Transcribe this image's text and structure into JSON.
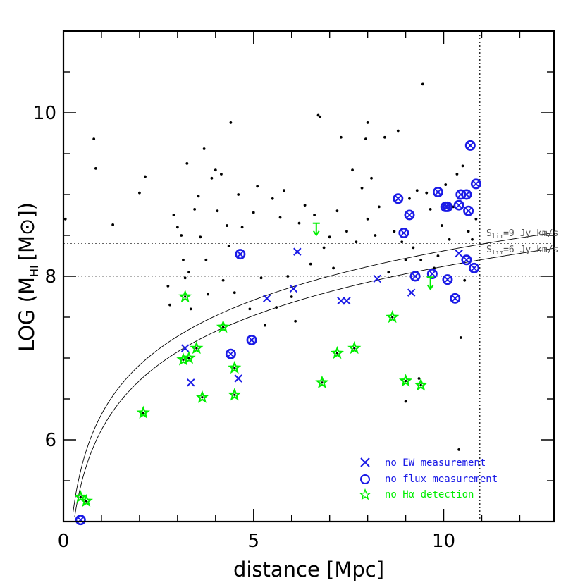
{
  "colors": {
    "points": "#000000",
    "no_ew": "#1a1ae6",
    "no_flux": "#1a1ae6",
    "no_halpha": "#00ee00",
    "reference": "#555555"
  },
  "chart_data": {
    "type": "scatter",
    "xlabel": "distance [Mpc]",
    "ylabel": "LOG (M",
    "ylabel_sub": "HI",
    "ylabel_bracket": "[M",
    "ylabel_sun": "⊙",
    "ylabel_close": "])",
    "xlim": [
      0,
      12.9
    ],
    "ylim": [
      5.0,
      11.0
    ],
    "x_major_ticks": [
      0,
      5,
      10
    ],
    "x_minor_ticks": [
      1,
      2,
      3,
      4,
      6,
      7,
      8,
      9,
      11,
      12
    ],
    "y_major_ticks": [
      6,
      8,
      10
    ],
    "y_minor_ticks": [
      5.5,
      6.5,
      7,
      7.5,
      8.5,
      9,
      9.5,
      10.5
    ],
    "grid": false,
    "legend_position": "bottom-right",
    "vertical_line_x": 10.95,
    "horizontal_lines": [
      8.0,
      8.4
    ],
    "limit_curves": [
      {
        "label_prefix": "S",
        "label_sub": "lim",
        "label_suffix": "=9 Jy km/s",
        "y_at_x": 8.39,
        "x_ref": 10.95
      },
      {
        "label_prefix": "S",
        "label_sub": "lim",
        "label_suffix": "=6 Jy km/s",
        "y_at_x": 8.2,
        "x_ref": 10.95
      }
    ],
    "legend": [
      {
        "symbol": "x",
        "label": "no EW measurement"
      },
      {
        "symbol": "o",
        "label": "no flux measurement"
      },
      {
        "symbol": "star",
        "label_prefix": "no H",
        "label_alpha": "α",
        "label_suffix": " detection"
      }
    ],
    "series": [
      {
        "symbol": "dot",
        "points": [
          [
            0.05,
            8.7
          ],
          [
            0.8,
            9.68
          ],
          [
            0.85,
            9.32
          ],
          [
            1.3,
            8.63
          ],
          [
            2.0,
            9.02
          ],
          [
            2.15,
            9.22
          ],
          [
            2.75,
            7.88
          ],
          [
            2.8,
            7.65
          ],
          [
            2.9,
            8.75
          ],
          [
            3.0,
            8.6
          ],
          [
            3.1,
            8.5
          ],
          [
            3.15,
            8.2
          ],
          [
            3.2,
            7.98
          ],
          [
            3.25,
            9.38
          ],
          [
            3.3,
            8.05
          ],
          [
            3.35,
            7.6
          ],
          [
            3.45,
            8.82
          ],
          [
            3.55,
            8.98
          ],
          [
            3.6,
            8.48
          ],
          [
            3.7,
            9.56
          ],
          [
            3.75,
            8.2
          ],
          [
            3.8,
            7.78
          ],
          [
            3.9,
            9.2
          ],
          [
            4.0,
            9.3
          ],
          [
            4.05,
            8.8
          ],
          [
            4.15,
            9.25
          ],
          [
            4.2,
            7.95
          ],
          [
            4.3,
            8.62
          ],
          [
            4.35,
            8.37
          ],
          [
            4.4,
            9.88
          ],
          [
            4.5,
            7.8
          ],
          [
            4.6,
            9.0
          ],
          [
            4.7,
            8.6
          ],
          [
            4.9,
            7.6
          ],
          [
            5.0,
            8.78
          ],
          [
            5.1,
            9.1
          ],
          [
            5.2,
            7.98
          ],
          [
            5.3,
            7.4
          ],
          [
            5.5,
            8.95
          ],
          [
            5.6,
            7.62
          ],
          [
            5.7,
            8.72
          ],
          [
            5.8,
            9.05
          ],
          [
            5.9,
            8.0
          ],
          [
            6.0,
            7.75
          ],
          [
            6.1,
            7.45
          ],
          [
            6.2,
            8.65
          ],
          [
            6.35,
            8.87
          ],
          [
            6.5,
            8.15
          ],
          [
            6.6,
            8.75
          ],
          [
            6.75,
            9.95
          ],
          [
            6.85,
            8.35
          ],
          [
            7.0,
            8.48
          ],
          [
            7.1,
            8.1
          ],
          [
            7.2,
            8.8
          ],
          [
            7.3,
            9.7
          ],
          [
            7.45,
            8.55
          ],
          [
            7.6,
            9.3
          ],
          [
            7.7,
            8.42
          ],
          [
            7.85,
            9.08
          ],
          [
            7.95,
            9.68
          ],
          [
            8.0,
            8.7
          ],
          [
            8.1,
            9.2
          ],
          [
            8.2,
            8.5
          ],
          [
            8.3,
            8.85
          ],
          [
            8.45,
            9.7
          ],
          [
            8.55,
            8.05
          ],
          [
            8.7,
            8.55
          ],
          [
            8.8,
            9.78
          ],
          [
            8.9,
            8.42
          ],
          [
            9.0,
            8.2
          ],
          [
            9.1,
            8.95
          ],
          [
            9.2,
            8.35
          ],
          [
            9.3,
            9.05
          ],
          [
            9.4,
            8.2
          ],
          [
            9.45,
            10.35
          ],
          [
            9.55,
            9.02
          ],
          [
            9.65,
            8.82
          ],
          [
            9.75,
            8.1
          ],
          [
            9.85,
            8.25
          ],
          [
            9.95,
            8.62
          ],
          [
            10.05,
            9.12
          ],
          [
            10.15,
            8.45
          ],
          [
            10.25,
            8.85
          ],
          [
            10.35,
            9.25
          ],
          [
            10.45,
            7.25
          ],
          [
            10.55,
            7.95
          ],
          [
            10.65,
            8.55
          ],
          [
            10.75,
            8.45
          ],
          [
            10.85,
            8.7
          ],
          [
            9.0,
            6.47
          ],
          [
            9.35,
            6.75
          ],
          [
            10.4,
            5.88
          ],
          [
            6.7,
            9.97
          ],
          [
            8.0,
            9.88
          ],
          [
            10.5,
            9.35
          ]
        ]
      },
      {
        "symbol": "x",
        "name": "no EW measurement",
        "points": [
          [
            3.2,
            7.12
          ],
          [
            3.35,
            6.7
          ],
          [
            4.6,
            6.75
          ],
          [
            5.35,
            7.73
          ],
          [
            6.05,
            7.85
          ],
          [
            6.15,
            8.3
          ],
          [
            7.3,
            7.7
          ],
          [
            7.45,
            7.7
          ],
          [
            8.25,
            7.97
          ],
          [
            9.15,
            7.8
          ],
          [
            10.4,
            8.28
          ]
        ]
      },
      {
        "symbol": "o",
        "name": "no flux measurement",
        "points": [
          [
            0.45,
            5.02
          ],
          [
            4.4,
            7.05
          ],
          [
            4.65,
            8.27
          ],
          [
            4.95,
            7.22
          ],
          [
            8.8,
            8.95
          ],
          [
            8.95,
            8.53
          ],
          [
            9.1,
            8.75
          ],
          [
            9.25,
            8.0
          ],
          [
            9.7,
            8.03
          ],
          [
            9.85,
            9.03
          ],
          [
            10.05,
            8.85
          ],
          [
            10.1,
            8.85
          ],
          [
            10.1,
            7.96
          ],
          [
            10.3,
            7.73
          ],
          [
            10.4,
            8.87
          ],
          [
            10.45,
            9.0
          ],
          [
            10.6,
            9.0
          ],
          [
            10.6,
            8.2
          ],
          [
            10.65,
            8.8
          ],
          [
            10.7,
            9.6
          ],
          [
            10.8,
            8.1
          ],
          [
            10.85,
            9.13
          ]
        ]
      },
      {
        "symbol": "star",
        "name": "no Hα detection",
        "points": [
          [
            0.45,
            5.3
          ],
          [
            0.6,
            5.25
          ],
          [
            2.1,
            6.33
          ],
          [
            3.15,
            6.98
          ],
          [
            3.2,
            7.75
          ],
          [
            3.3,
            7.0
          ],
          [
            3.5,
            7.12
          ],
          [
            3.65,
            6.52
          ],
          [
            4.2,
            7.38
          ],
          [
            4.5,
            6.88
          ],
          [
            4.5,
            6.55
          ],
          [
            6.8,
            6.7
          ],
          [
            7.2,
            7.06
          ],
          [
            7.65,
            7.12
          ],
          [
            8.65,
            7.5
          ],
          [
            9.0,
            6.72
          ],
          [
            9.4,
            6.67
          ]
        ]
      },
      {
        "symbol": "upper_limit",
        "name": "upper limits",
        "points": [
          [
            6.65,
            8.58
          ],
          [
            9.65,
            7.92
          ]
        ]
      }
    ]
  }
}
